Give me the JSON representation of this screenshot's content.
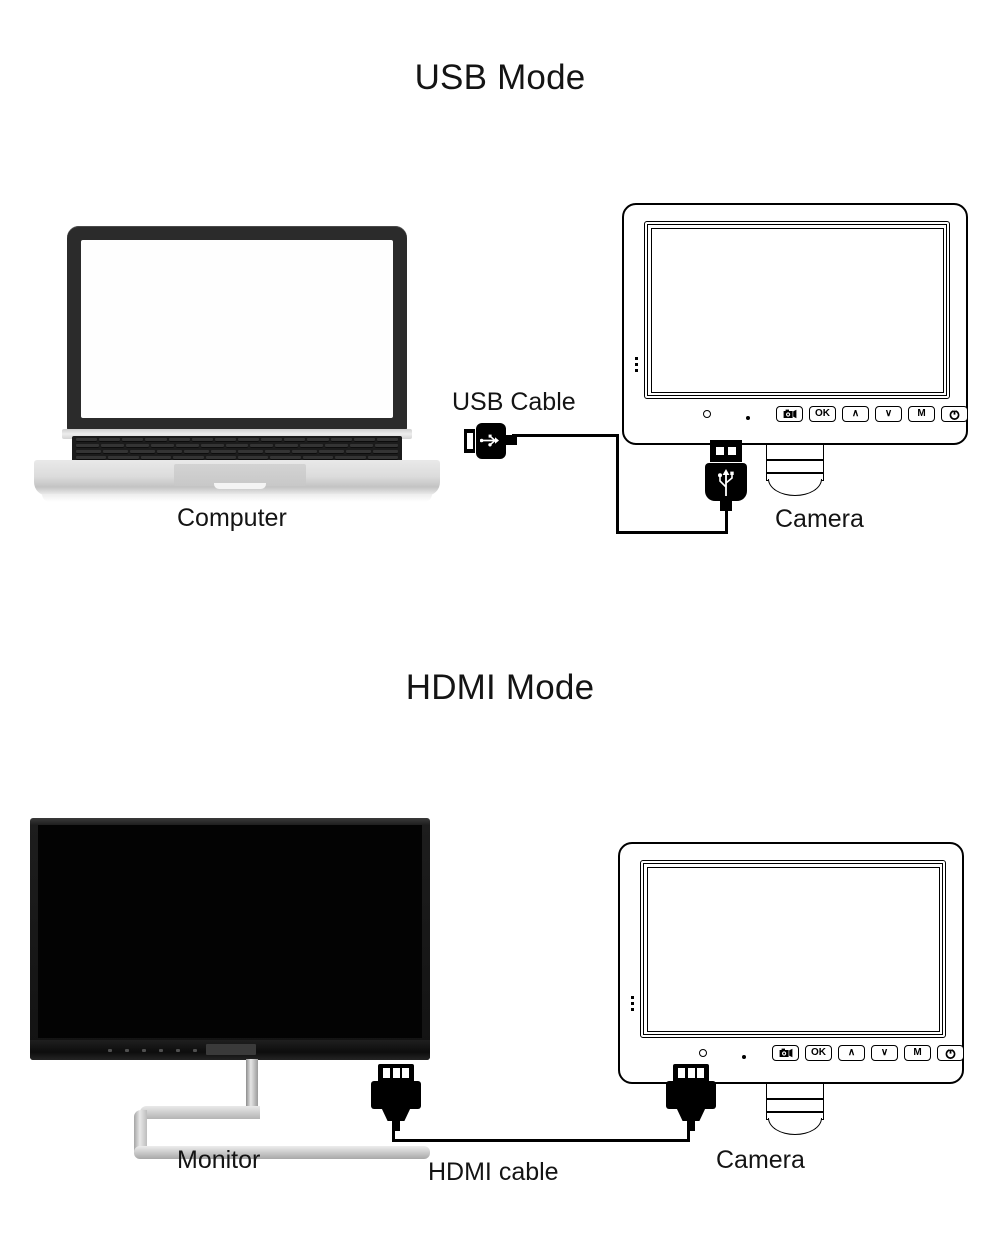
{
  "sections": [
    {
      "id": "usb-mode",
      "title": "USB Mode",
      "left_device": {
        "type": "laptop",
        "label": "Computer"
      },
      "right_device": {
        "type": "camera-monitor",
        "label": "Camera"
      },
      "cable": {
        "label": "USB Cable",
        "connector_left": "usb-a-horizontal",
        "connector_right": "usb-a-vertical"
      }
    },
    {
      "id": "hdmi-mode",
      "title": "HDMI Mode",
      "left_device": {
        "type": "desktop-monitor",
        "label": "Monitor"
      },
      "right_device": {
        "type": "camera-monitor",
        "label": "Camera"
      },
      "cable": {
        "label": "HDMI cable",
        "connector_left": "hdmi",
        "connector_right": "hdmi"
      }
    }
  ],
  "camera_monitor": {
    "buttons": [
      {
        "name": "photo-button",
        "label": "",
        "icon": "camera-icon"
      },
      {
        "name": "ok-button",
        "label": "OK",
        "icon": ""
      },
      {
        "name": "up-button",
        "label": "∧",
        "icon": ""
      },
      {
        "name": "down-button",
        "label": "∨",
        "icon": ""
      },
      {
        "name": "menu-button",
        "label": "M",
        "icon": ""
      },
      {
        "name": "power-button",
        "label": "",
        "icon": "power-icon"
      }
    ]
  },
  "colors": {
    "ink": "#141414",
    "outline": "#000000",
    "laptop_body": "#d8d8d8",
    "laptop_bezel": "#2b2b2b",
    "monitor_screen": "#030303",
    "stand_silver": "#c8c8c8",
    "background": "#ffffff"
  }
}
